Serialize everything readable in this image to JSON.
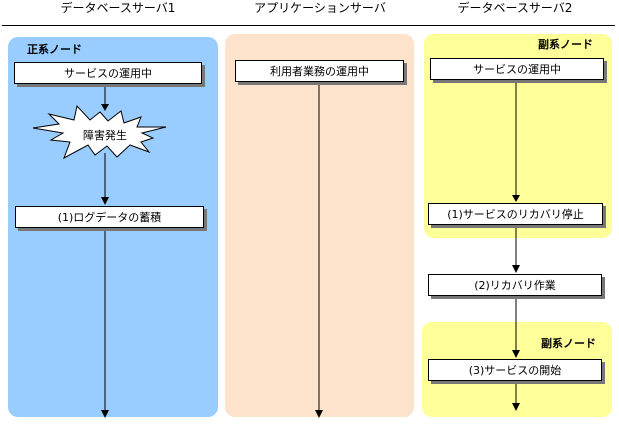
{
  "headers": {
    "db_server_1": "データベースサーバ1",
    "app_server": "アプリケーションサーバ",
    "db_server_2": "データベースサーバ2"
  },
  "zones": {
    "primary_node_label": "正系ノード",
    "secondary_node_label_top": "副系ノード",
    "secondary_node_label_bottom": "副系ノード"
  },
  "boxes": {
    "db1_service_running": "サービスの運用中",
    "failure": "障害発生",
    "db1_log_accumulation": "(1)ログデータの蓄積",
    "app_business_running": "利用者業務の運用中",
    "db2_service_running": "サービスの運用中",
    "db2_recovery_stop": "(1)サービスのリカバリ停止",
    "db2_recovery_work": "(2)リカバリ作業",
    "db2_service_start": "(3)サービスの開始"
  },
  "colors": {
    "primary_zone": "#99ccff",
    "app_zone": "#fde3cc",
    "secondary_zone": "#ffff99",
    "box_border": "#000000",
    "box_shadow": "#777777"
  }
}
